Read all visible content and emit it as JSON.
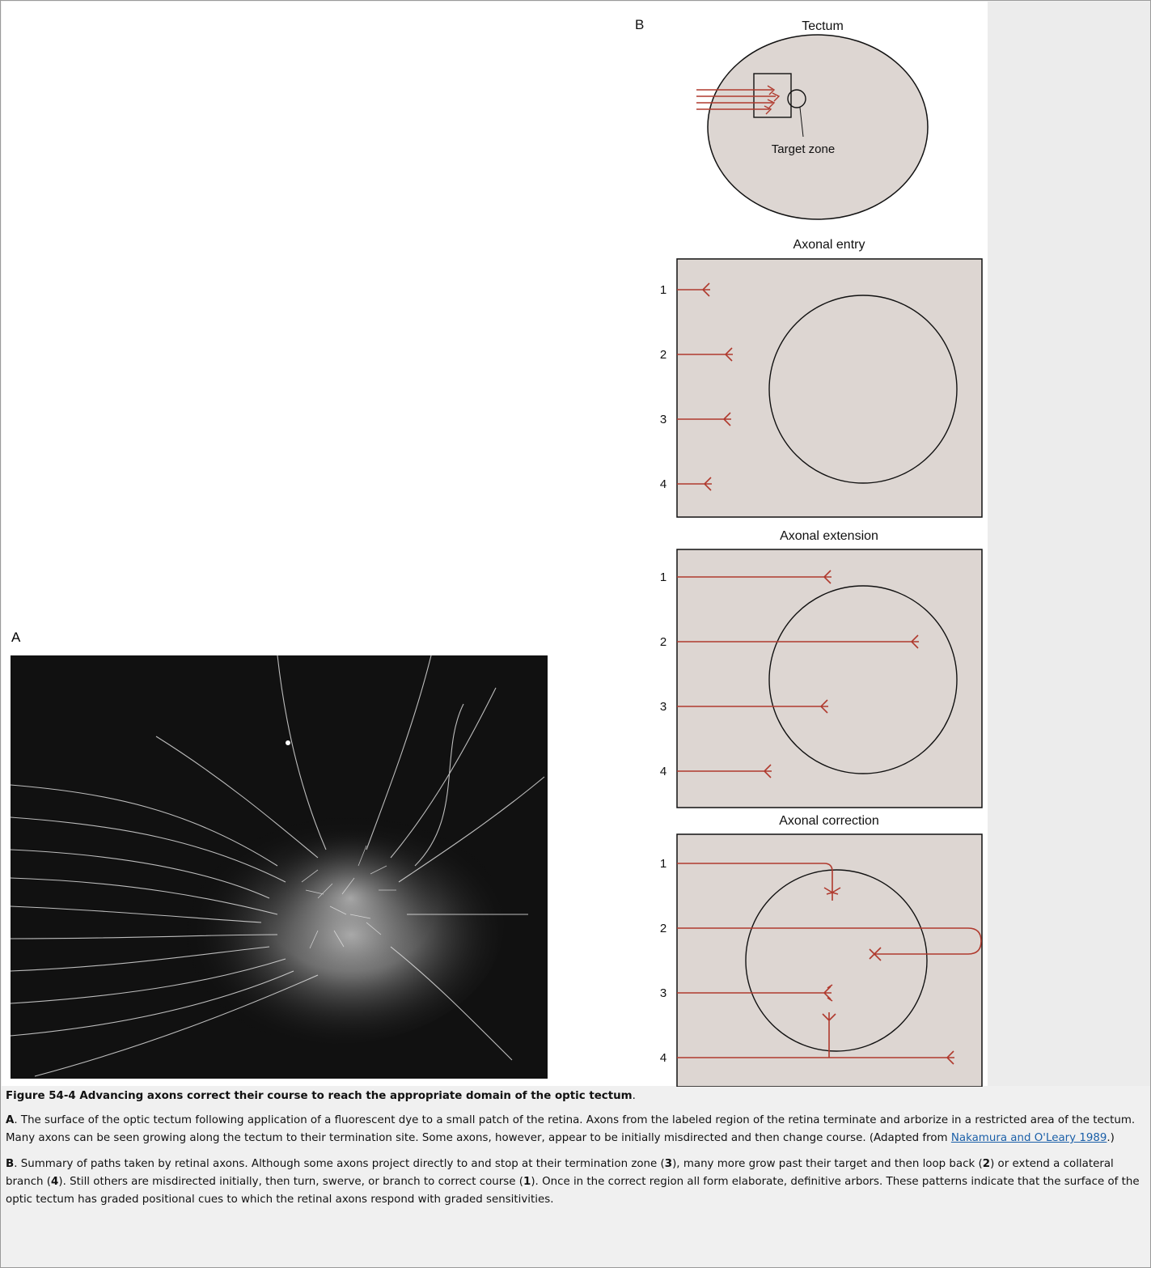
{
  "figure": {
    "panel_a_label": "A",
    "panel_b_label": "B",
    "tectum_title": "Tectum",
    "target_zone_label": "Target zone",
    "sections": [
      {
        "title": "Axonal entry",
        "rows": [
          "1",
          "2",
          "3",
          "4"
        ]
      },
      {
        "title": "Axonal extension",
        "rows": [
          "1",
          "2",
          "3",
          "4"
        ]
      },
      {
        "title": "Axonal correction",
        "rows": [
          "1",
          "2",
          "3",
          "4"
        ]
      }
    ],
    "colors": {
      "axon": "#b03a2e",
      "tectum_fill": "#ddd6d2",
      "micrograph_bg": "#0b0b0b"
    }
  },
  "caption": {
    "title_bold": "Figure 54-4 Advancing axons correct their course to reach the appropriate domain of the optic tectum",
    "title_end": ".",
    "a_label": "A",
    "a_text": ". The surface of the optic tectum following application of a fluorescent dye to a small patch of the retina. Axons from the labeled region of the retina terminate and arborize in a restricted area of the tectum. Many axons can be seen growing along the tectum to their termination site. Some axons, however, appear to be initially misdirected and then change course. (Adapted from ",
    "a_link": "Nakamura and O'Leary 1989",
    "a_end": ".)",
    "b_label": "B",
    "b_text1": ". Summary of paths taken by retinal axons. Although some axons project directly to and stop at their termination zone (",
    "b_n3": "3",
    "b_text2": "), many more grow past their target and then loop back (",
    "b_n2": "2",
    "b_text3": ") or extend a collateral branch (",
    "b_n4": "4",
    "b_text4": "). Still others are misdirected initially, then turn, swerve, or branch to correct course (",
    "b_n1": "1",
    "b_text5": "). Once in the correct region all form elaborate, definitive arbors. These patterns indicate that the surface of the optic tectum has graded positional cues to which the retinal axons respond with graded sensitivities."
  }
}
